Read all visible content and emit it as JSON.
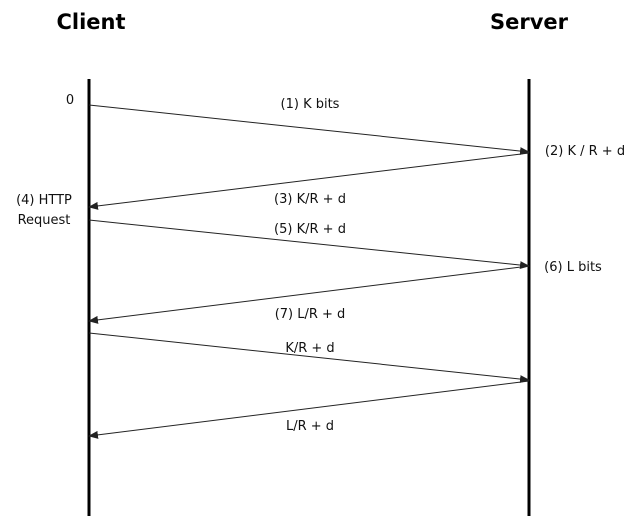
{
  "header": {
    "client_title": "Client",
    "server_title": "Server"
  },
  "client_annotations": {
    "start_time": "0",
    "http_request_line1": "(4) HTTP",
    "http_request_line2": "Request"
  },
  "server_annotations": {
    "transfer_k": "(2) K / R + d",
    "transfer_l": "(6) L bits"
  },
  "messages": [
    {
      "direction": "client-to-server",
      "label": "(1) K bits"
    },
    {
      "direction": "server-to-client",
      "label": "(3) K/R + d"
    },
    {
      "direction": "client-to-server",
      "label": "(5) K/R + d"
    },
    {
      "direction": "server-to-client",
      "label": "(7) L/R + d"
    },
    {
      "direction": "client-to-server",
      "label": "K/R + d"
    },
    {
      "direction": "server-to-client",
      "label": "L/R + d"
    }
  ],
  "colors": {
    "line": "#000000",
    "text": "#111111",
    "background": "#ffffff"
  }
}
